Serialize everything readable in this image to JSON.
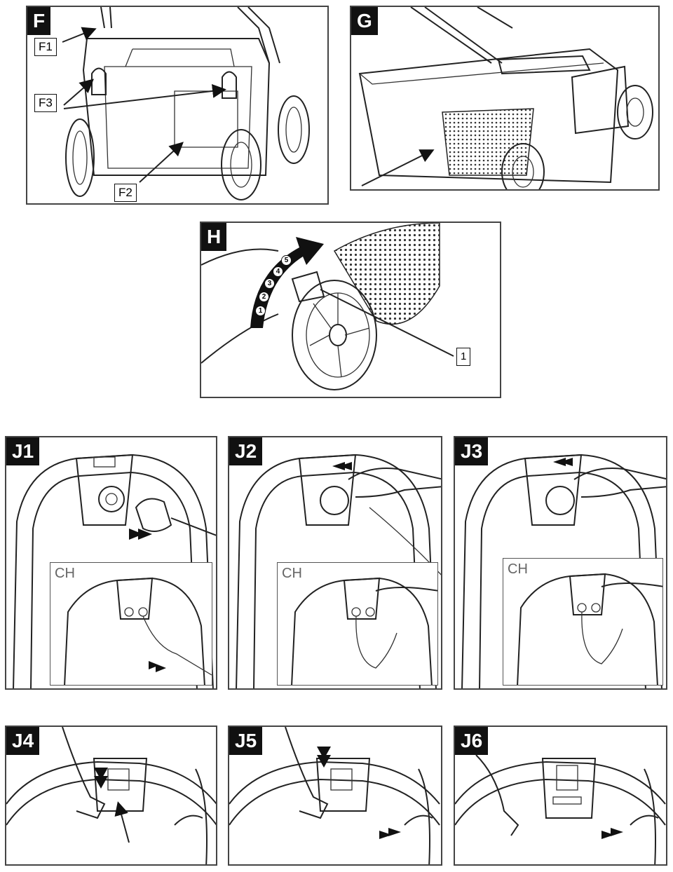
{
  "panels": {
    "F": {
      "tag": "F",
      "callouts": [
        "F1",
        "F3",
        "F2"
      ]
    },
    "G": {
      "tag": "G"
    },
    "H": {
      "tag": "H",
      "callout": "1",
      "scale": [
        "1",
        "2",
        "3",
        "4",
        "5"
      ]
    },
    "J1": {
      "tag": "J1",
      "inset_label": "CH"
    },
    "J2": {
      "tag": "J2",
      "inset_label": "CH"
    },
    "J3": {
      "tag": "J3",
      "inset_label": "CH"
    },
    "J4": {
      "tag": "J4"
    },
    "J5": {
      "tag": "J5"
    },
    "J6": {
      "tag": "J6"
    }
  }
}
